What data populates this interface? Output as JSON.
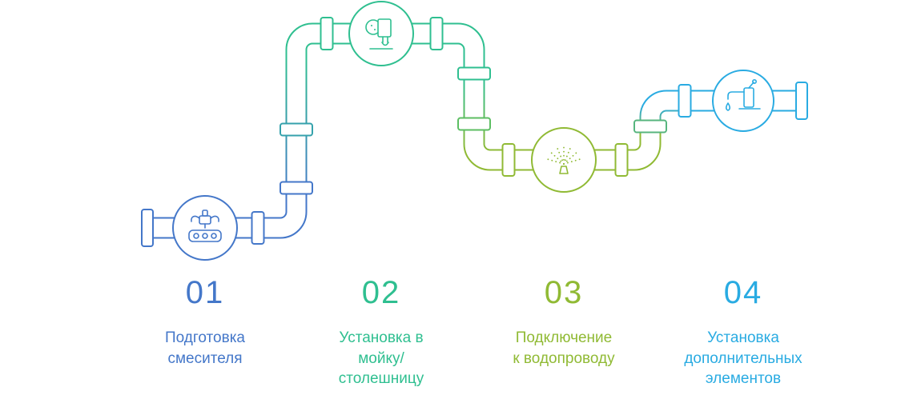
{
  "page": {
    "background": "#ffffff"
  },
  "steps": [
    {
      "number": "01",
      "label": "Подготовка\nсмесителя",
      "color": "#4477c9",
      "icon": "faucet-on-conveyor-icon"
    },
    {
      "number": "02",
      "label": "Установка в\nмойку/\nстолешницу",
      "color": "#2fbf90",
      "icon": "mixer-appliance-icon"
    },
    {
      "number": "03",
      "label": "Подключение\nк водопроводу",
      "color": "#90ba34",
      "icon": "water-spray-icon"
    },
    {
      "number": "04",
      "label": "Установка\nдополнительных\nэлементов",
      "color": "#29abe2",
      "icon": "faucet-with-drop-icon"
    }
  ],
  "pipeline": {
    "type": "pipe-flow-infographic",
    "segment_colors": [
      "#4477c9",
      "#2fbf90",
      "#90ba34",
      "#29abe2"
    ]
  }
}
